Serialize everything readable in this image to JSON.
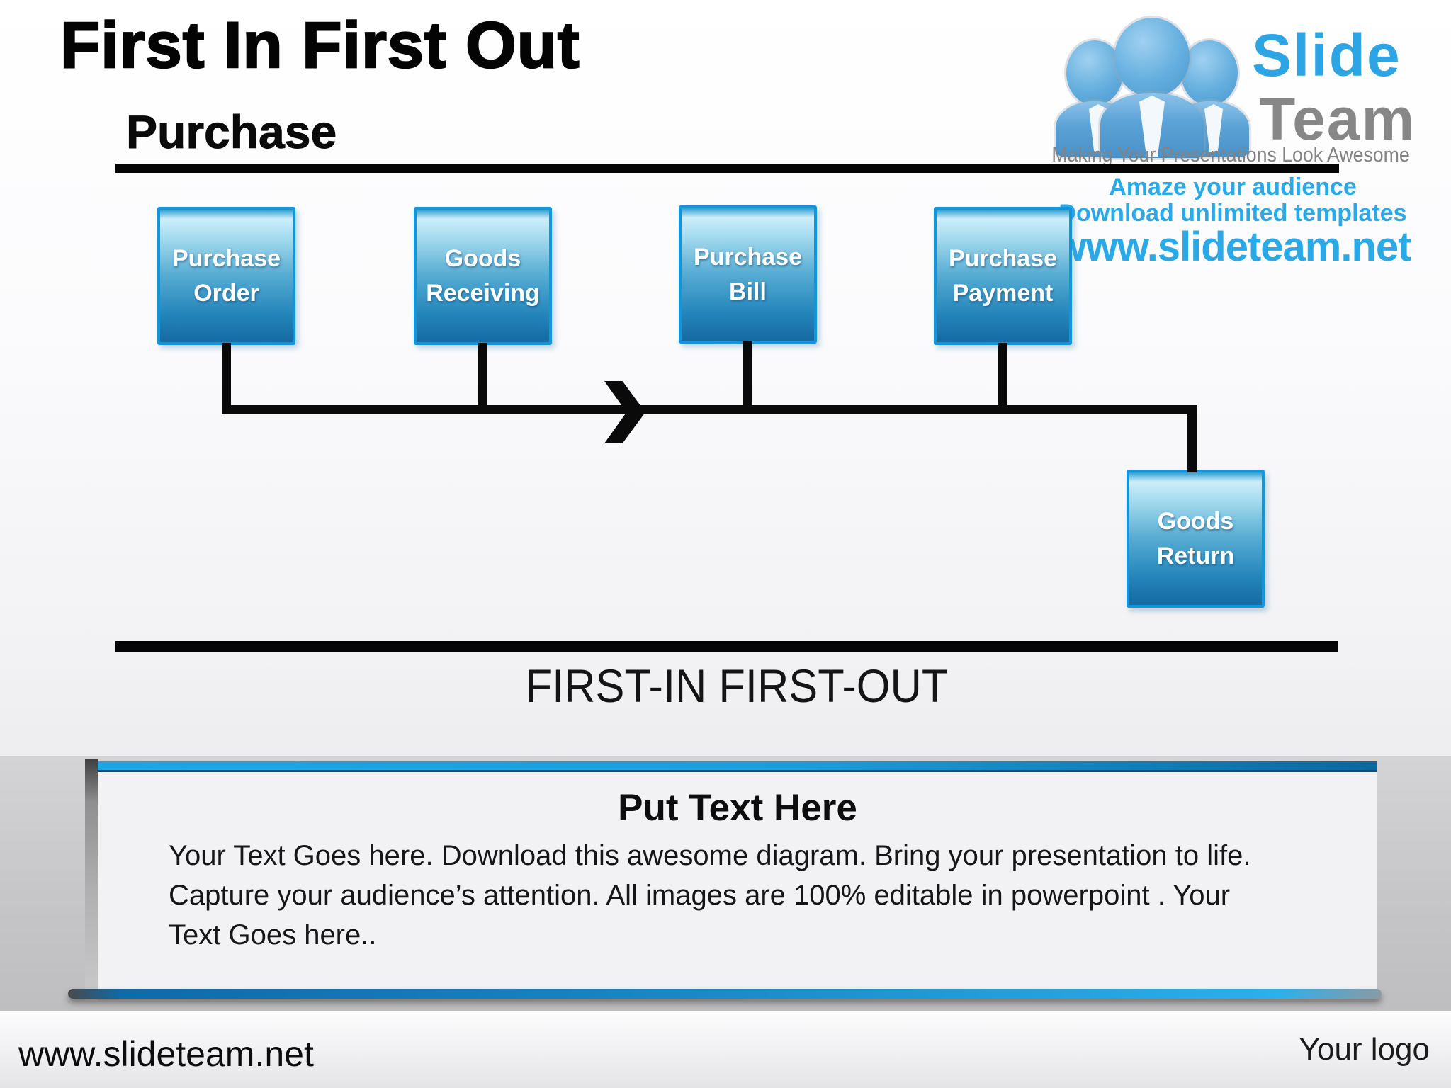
{
  "slide": {
    "title": "First In First Out",
    "section_heading": "Purchase",
    "fifo_label": "FIRST-IN FIRST-OUT"
  },
  "diagram": {
    "boxes": [
      {
        "line1": "Purchase",
        "line2": "Order"
      },
      {
        "line1": "Goods",
        "line2": "Receiving"
      },
      {
        "line1": "Purchase",
        "line2": "Bill"
      },
      {
        "line1": "Purchase",
        "line2": "Payment"
      },
      {
        "line1": "Goods",
        "line2": "Return"
      }
    ]
  },
  "logo": {
    "brand_top": "Slide",
    "brand_bottom": "Team",
    "tagline": "Making Your Presentations Look Awesome",
    "people_icon": "three-people-with-ties-icon"
  },
  "watermark": {
    "line1": "Amaze your audience",
    "line2": "Download unlimited templates",
    "line3": "www.slideteam.net"
  },
  "panel": {
    "heading": "Put Text Here",
    "body_line1": "Your Text Goes here. Download this awesome diagram. Bring your presentation to life.",
    "body_line2": "Capture your audience’s attention. All images are 100% editable in powerpoint . Your",
    "body_line3": "Text Goes here.."
  },
  "footer": {
    "website": "www.slideteam.net",
    "logo_placeholder": "Your logo"
  },
  "colors": {
    "accent_blue": "#1196de",
    "watermark_blue": "#2aa9e9",
    "logo_slide_blue": "#2da4e4",
    "logo_team_gray": "#878787",
    "box_gradient_top": "#cdeef9",
    "box_gradient_bottom": "#156aa2",
    "timeline_black": "#0a0a0a",
    "panel_bar_cyan": "#1fa6e2",
    "panel_bar_dark": "#0c689f",
    "panel_bg": "#f2f2f4"
  }
}
